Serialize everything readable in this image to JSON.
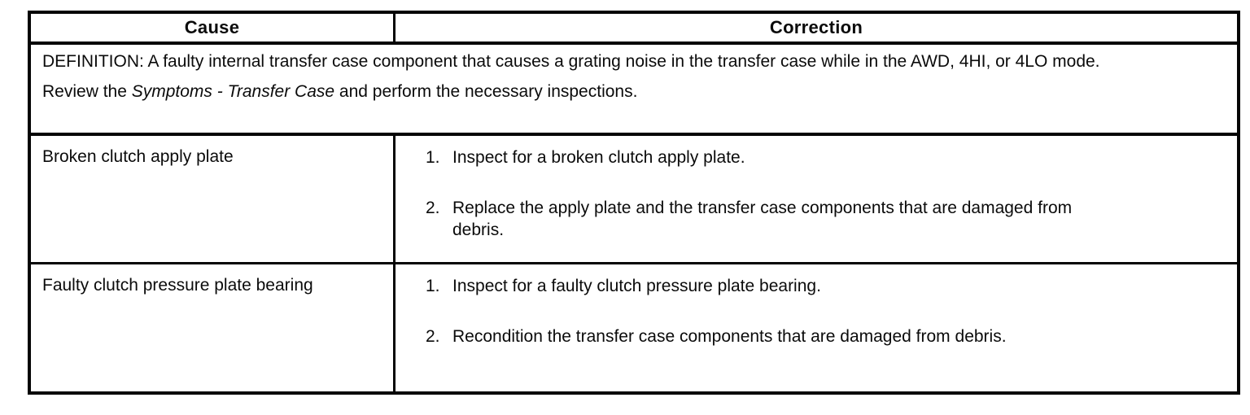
{
  "table": {
    "headers": {
      "cause": "Cause",
      "correction": "Correction"
    },
    "definition": {
      "text": "DEFINITION: A faulty internal transfer case component that causes a grating noise in the transfer case while in the AWD, 4HI, or 4LO mode.",
      "review_prefix": "Review the ",
      "review_italic": "Symptoms - Transfer Case",
      "review_suffix": " and perform the necessary inspections."
    },
    "rows": [
      {
        "cause": "Broken clutch apply plate",
        "corrections": [
          {
            "num": "1.",
            "text": "Inspect for a broken clutch apply plate."
          },
          {
            "num": "2.",
            "text": "Replace the apply plate and the transfer case components that are damaged from debris."
          }
        ]
      },
      {
        "cause": "Faulty clutch pressure plate bearing",
        "corrections": [
          {
            "num": "1.",
            "text": "Inspect for a faulty clutch pressure plate bearing."
          },
          {
            "num": "2.",
            "text": "Recondition the transfer case components that are damaged from debris."
          }
        ]
      }
    ]
  },
  "colors": {
    "ink": "#050505",
    "paper": "#ffffff"
  }
}
